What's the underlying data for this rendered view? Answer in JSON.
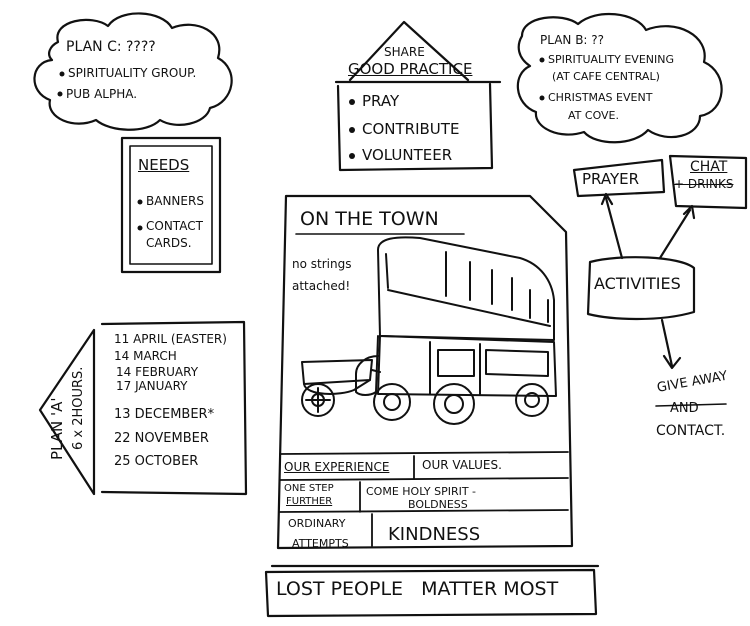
{
  "plan_c": {
    "title": "PLAN C: ????",
    "items": [
      "SPIRITUALITY GROUP.",
      "PUB ALPHA."
    ]
  },
  "share": {
    "line1": "SHARE",
    "line2": "GOOD PRACTICE",
    "items": [
      "PRAY",
      "CONTRIBUTE",
      "VOLUNTEER"
    ]
  },
  "plan_b": {
    "title": "PLAN B: ??",
    "items": [
      "SPIRITUALITY EVENING",
      "(AT CAFE CENTRAL)",
      "CHRISTMAS EVENT",
      "AT COVE."
    ]
  },
  "needs": {
    "title": "NEEDS",
    "items": [
      "BANNERS",
      "CONTACT",
      "CARDS."
    ]
  },
  "poster": {
    "title": "ON THE TOWN",
    "tagline_1": "no strings",
    "tagline_2": "attached!",
    "cell_experience": "OUR EXPERIENCE",
    "cell_values": "OUR VALUES.",
    "cell_step_1": "ONE STEP",
    "cell_step_2": "FURTHER",
    "cell_spirit_1": "COME HOLY SPIRIT -",
    "cell_spirit_2": "BOLDNESS",
    "cell_ordinary_1": "ORDINARY",
    "cell_ordinary_2": "ATTEMPTS",
    "cell_kindness": "KINDNESS",
    "banner": "LOST PEOPLE   MATTER MOST"
  },
  "plan_a": {
    "label_1": "PLAN 'A'",
    "label_2": "6 x 2HOURS.",
    "dates": [
      "11 APRIL (EASTER)",
      "14 MARCH",
      "14 FEBRUARY",
      "17 JANUARY",
      "13 DECEMBER*",
      "22 NOVEMBER",
      "25 OCTOBER"
    ]
  },
  "activities": {
    "center": "ACTIVITIES",
    "prayer": "PRAYER",
    "chat_1": "CHAT",
    "chat_2": "+ DRINKS",
    "giveaway_1": "GIVE AWAY",
    "giveaway_2": "AND",
    "giveaway_3": "CONTACT."
  }
}
